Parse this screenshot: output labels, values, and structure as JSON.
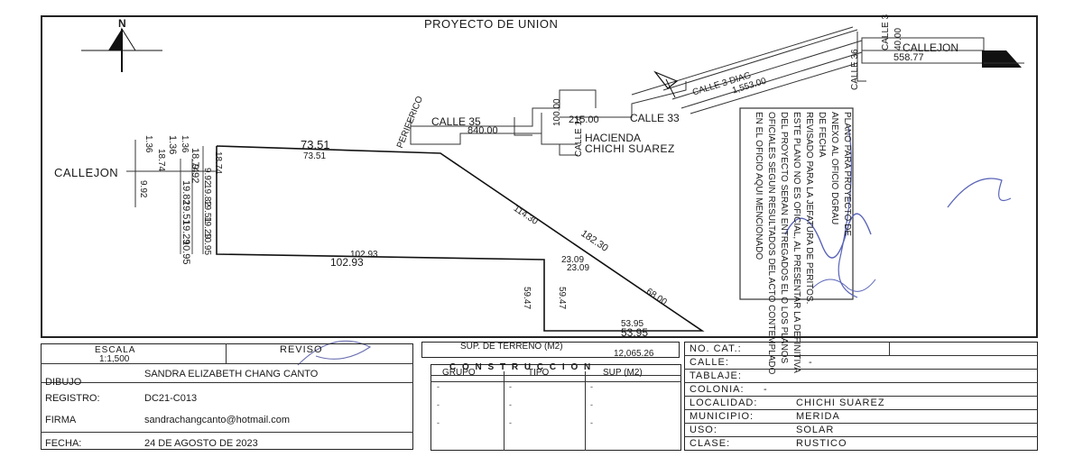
{
  "drawing": {
    "title": "PROYECTO DE UNION",
    "north": "N",
    "lot_dims": {
      "top_outer": "73.51",
      "top_inner": "73.51",
      "bottom_outer": "102.93",
      "bottom_inner": "102.93",
      "diag_outer": "182.30",
      "diag_inner": "114.30",
      "step_outer": "23.09",
      "step_inner": "23.09",
      "vert_outer": "59.47",
      "vert_inner": "59.47",
      "sw_diag": "68.00",
      "base_outer": "53.95",
      "base_inner": "53.95",
      "left_a": "1.36",
      "left_b": "18.74",
      "left_c": "9.92",
      "left_d": "19.82",
      "left_e": "19.51",
      "left_f": "19.29",
      "left_g": "10.95",
      "left_a2": "1.36",
      "left_b2": "18.74",
      "left_c2": "9.92",
      "left_d2": "19.82",
      "left_e2": "19.51",
      "left_f2": "19.29",
      "left_g2": "10.95"
    },
    "labels": {
      "callejon_left": "CALLEJON",
      "callejon_left_dim": "9.92",
      "callejon_left_dim2": "18.74",
      "callejon_left_dim3": "1.36",
      "periferico": "PERIFERICO",
      "calle_35": "CALLE 35",
      "calle_35_dim": "840.00",
      "calle_33": "CALLE 33",
      "calle_33_dim": "215.00",
      "calle_14": "CALLE 14",
      "calle_21": "100.00",
      "hacienda": "HACIENDA",
      "chichi": "CHICHI SUAREZ",
      "calle_3_diag": "CALLE 3 DIAG",
      "calle_3_diag_dim": "1,553.00",
      "callejon_right": "CALLEJON",
      "callejon_right_dim": "558.77",
      "calle_top_right": "CALLE 3",
      "calle_top_right_dim": "40.00",
      "calle_36": "CALLE 36"
    },
    "stamp": {
      "lines": [
        "PLANO PARA PROYECTO DE",
        "ANEXO AL OFICIO DGRAU",
        "DE FECHA",
        "REVISADO PARA LA JEFATURA DE PERITOS.",
        "ESTE PLANO NO ES OFICIAL, AL PRESENTAR LA DEFINITIVA",
        "DEL PROYECTO SERAN ENTREGADOS EL O LOS PLANOS",
        "OFICIALES SEGUN RESULTADOS DEL ACTO CONTEMPLADO",
        "EN EL OFICIO AQUI MENCIONADO"
      ]
    }
  },
  "title_block": {
    "escala_label": "ESCALA",
    "escala_value": "1:1,500",
    "reviso_label": "REVISO",
    "dibujo_label": "DIBUJO",
    "dibujo_value": "SANDRA ELIZABETH CHANG CANTO",
    "registro_label": "REGISTRO:",
    "registro_value": "DC21-C013",
    "firma_label": "FIRMA",
    "firma_value": "sandrachangcanto@hotmail.com",
    "fecha_label": "FECHA:",
    "fecha_value": "24 DE AGOSTO DE 2023",
    "sup_label": "SUP. DE TERRENO (M2)",
    "sup_value": "12,065.26",
    "construccion_label": "C O N S T R U C C I O N",
    "col_grupo": "GRUPO",
    "col_tipo": "TIPO",
    "col_sup": "SUP (M2)",
    "rows": [
      "-",
      "-",
      "-",
      "-",
      "-",
      "-",
      "-",
      "-",
      "-"
    ]
  },
  "info_block": {
    "no_cat_label": "NO. CAT.:",
    "no_cat_value": "",
    "calle_label": "CALLE:",
    "calle_value": "-",
    "tablaje_label": "TABLAJE:",
    "tablaje_value": "",
    "colonia_label": "COLONIA:",
    "colonia_value": "-",
    "localidad_label": "LOCALIDAD:",
    "localidad_value": "CHICHI SUAREZ",
    "municipio_label": "MUNICIPIO:",
    "municipio_value": "MERIDA",
    "uso_label": "USO:",
    "uso_value": "SOLAR",
    "clase_label": "CLASE:",
    "clase_value": "RUSTICO"
  }
}
